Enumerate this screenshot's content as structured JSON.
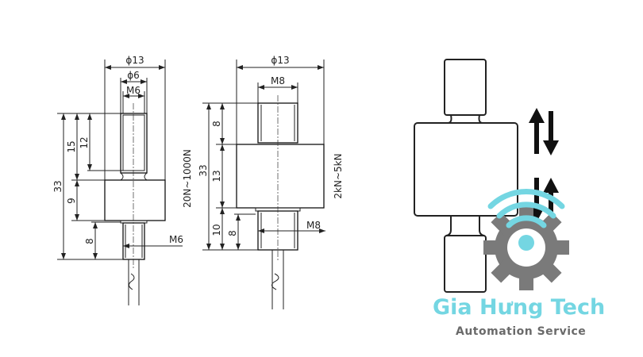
{
  "left_drawing": {
    "outer_diameter": "ϕ13",
    "inner_diameter": "ϕ6",
    "top_thread": "M6",
    "bottom_thread": "M6",
    "total_height": "33",
    "upper_height": "15",
    "thread_depth": "12",
    "body_height": "9",
    "stud_length": "8",
    "range": "20N~1000N"
  },
  "middle_drawing": {
    "outer_diameter": "ϕ13",
    "top_thread": "M8",
    "bottom_thread": "M8",
    "total_height": "33",
    "top_stud": "8",
    "body_height": "13",
    "bottom_section": "10",
    "stud_length": "8",
    "range": "2kN~5kN"
  },
  "logo": {
    "name": "Gia Hưng Tech",
    "tagline": "Automation Service",
    "colors": {
      "primary": "#74d6e2",
      "secondary": "#6a6a6a"
    }
  }
}
